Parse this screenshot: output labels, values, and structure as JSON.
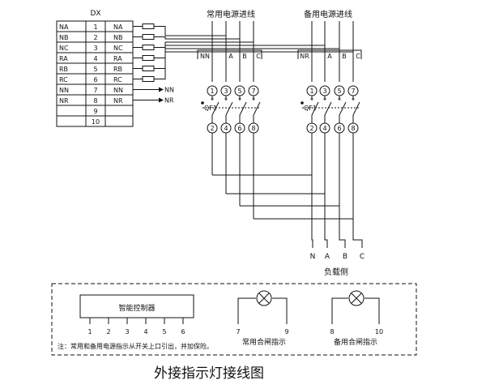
{
  "terminal_block": {
    "title": "DX",
    "rows": [
      {
        "left": "NA",
        "num": "1",
        "right": "NA"
      },
      {
        "left": "NB",
        "num": "2",
        "right": "NB"
      },
      {
        "left": "NC",
        "num": "3",
        "right": "NC"
      },
      {
        "left": "RA",
        "num": "4",
        "right": "RA"
      },
      {
        "left": "RB",
        "num": "5",
        "right": "RB"
      },
      {
        "left": "RC",
        "num": "6",
        "right": "RC"
      },
      {
        "left": "NN",
        "num": "7",
        "right": "NN"
      },
      {
        "left": "NR",
        "num": "8",
        "right": "NR"
      },
      {
        "left": "",
        "num": "9",
        "right": ""
      },
      {
        "left": "",
        "num": "10",
        "right": ""
      }
    ],
    "arrow_labels": [
      "NN",
      "NR"
    ]
  },
  "normal_supply": {
    "title": "常用电源进线",
    "phase_labels": [
      "NN",
      "A",
      "B",
      "C"
    ],
    "top_terminals": [
      "1",
      "3",
      "5",
      "7"
    ],
    "bottom_terminals": [
      "2",
      "4",
      "6",
      "8"
    ],
    "breaker_label": "QF1"
  },
  "backup_supply": {
    "title": "备用电源进线",
    "phase_labels": [
      "NR",
      "A",
      "B",
      "C"
    ],
    "top_terminals": [
      "1",
      "3",
      "5",
      "7"
    ],
    "bottom_terminals": [
      "2",
      "4",
      "6",
      "8"
    ],
    "breaker_label": "QF1"
  },
  "load": {
    "phase_labels": [
      "N",
      "A",
      "B",
      "C"
    ],
    "title": "负载侧"
  },
  "controller": {
    "label": "智能控制器",
    "pins": [
      "1",
      "2",
      "3",
      "4",
      "5",
      "6"
    ]
  },
  "lamp_normal": {
    "pins": [
      "7",
      "9"
    ],
    "caption": "常用合闸指示"
  },
  "lamp_backup": {
    "pins": [
      "8",
      "10"
    ],
    "caption": "备用合闸指示"
  },
  "note": "注：常用和备用电源指示从开关上口引出，并加保险。",
  "figure_title": "外接指示灯接线图"
}
